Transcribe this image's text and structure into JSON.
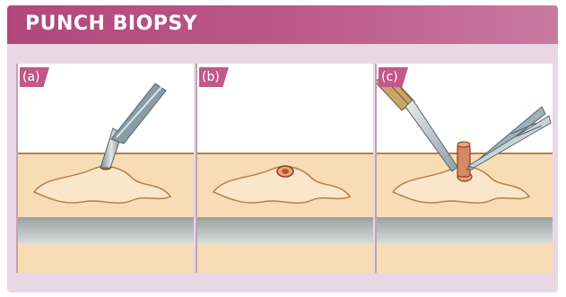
{
  "title": "PUNCH BIOPSY",
  "panels": [
    {
      "label": "(a)",
      "instrument": "punch-tool"
    },
    {
      "label": "(b)",
      "instrument": "none"
    },
    {
      "label": "(c)",
      "instrument": "scalpel-and-forceps"
    }
  ],
  "colors": {
    "title_bar": "#b0477c",
    "label_tab": "#c05888",
    "background": "#ead7e6",
    "skin": "#f7dcb5",
    "skin_outline": "#b47f4a",
    "subcutis": "#a9aeae",
    "lesion": "#c0643a"
  }
}
